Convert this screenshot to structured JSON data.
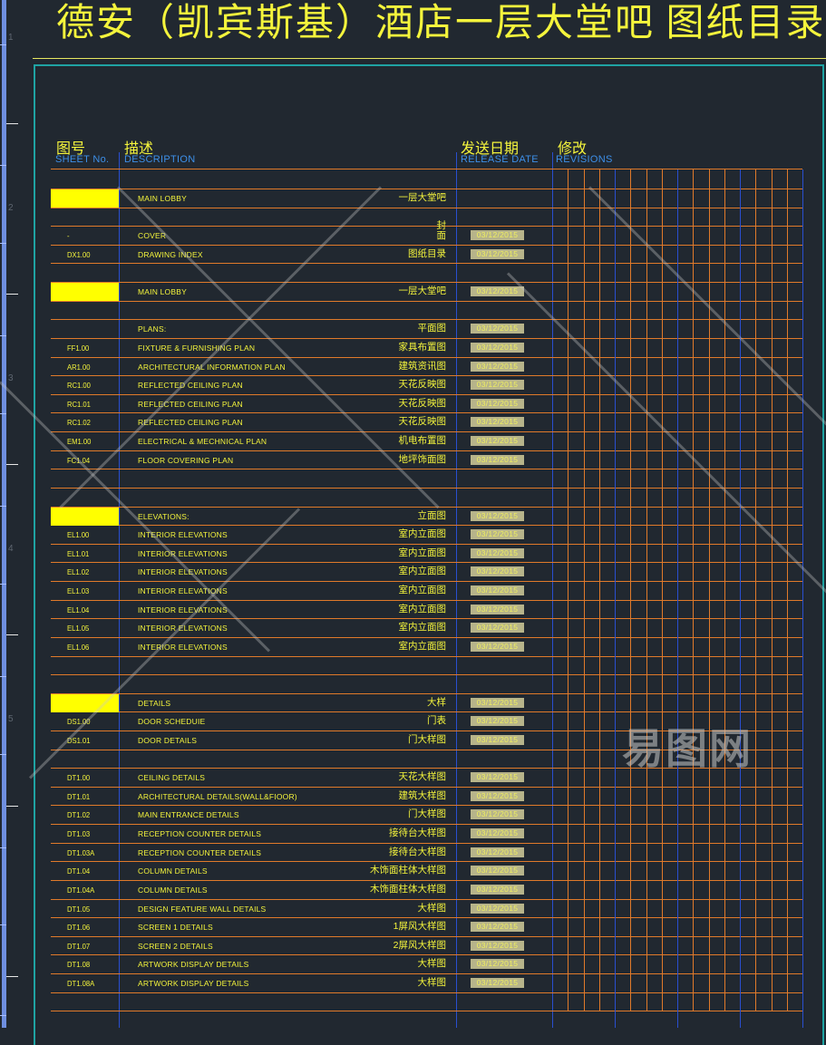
{
  "title": "德安（凯宾斯基）酒店一层大堂吧  图纸目录",
  "ruler_numbers": [
    "1",
    "2",
    "3",
    "4",
    "5"
  ],
  "header": {
    "sheet_cn": "图号",
    "sheet_en": "SHEET No.",
    "desc_cn": "描述",
    "desc_en": "DESCRIPTION",
    "date_cn": "发送日期",
    "date_en": "RELEASE DATE",
    "rev_cn": "修改",
    "rev_en": "REVISIONS"
  },
  "colors": {
    "background": "#212830",
    "text": "#f4f43c",
    "header_en": "#3d8fe8",
    "grid_orange": "#e07a2a",
    "grid_blue": "#2a4fd0",
    "frame": "#1fa3a3",
    "section_fill": "#ffff00"
  },
  "revision_columns": 16,
  "rows": [
    {
      "section": true,
      "sheet": "",
      "desc": "MAIN LOBBY",
      "cn": "一层大堂吧",
      "date": ""
    },
    {},
    {
      "sheet": "-",
      "desc": "COVER",
      "cn": "封面",
      "date": "03/12/2015",
      "stack": true
    },
    {
      "sheet": "DX1.00",
      "desc": "DRAWING INDEX",
      "cn": "图纸目录",
      "date": "03/12/2015"
    },
    {},
    {
      "section": true,
      "sheet": "",
      "desc": "MAIN LOBBY",
      "cn": "一层大堂吧",
      "date": "03/12/2015"
    },
    {},
    {
      "sheet": "",
      "desc": "PLANS:",
      "cn": "平面图",
      "date": "03/12/2015"
    },
    {
      "sheet": "FF1.00",
      "desc": "FIXTURE & FURNISHING PLAN",
      "cn": "家具布置图",
      "date": "03/12/2015"
    },
    {
      "sheet": "AR1.00",
      "desc": "ARCHITECTURAL INFORMATION PLAN",
      "cn": "建筑资讯图",
      "date": "03/12/2015"
    },
    {
      "sheet": "RC1.00",
      "desc": "REFLECTED CEILING PLAN",
      "cn": "天花反映图",
      "date": "03/12/2015"
    },
    {
      "sheet": "RC1.01",
      "desc": "REFLECTED CEILING PLAN",
      "cn": "天花反映图",
      "date": "03/12/2015"
    },
    {
      "sheet": "RC1.02",
      "desc": "REFLECTED CEILING PLAN",
      "cn": "天花反映图",
      "date": "03/12/2015"
    },
    {
      "sheet": "EM1.00",
      "desc": "ELECTRICAL & MECHNICAL PLAN",
      "cn": "机电布置图",
      "date": "03/12/2015"
    },
    {
      "sheet": "FC1.04",
      "desc": "FLOOR COVERING PLAN",
      "cn": "地坪饰面图",
      "date": "03/12/2015"
    },
    {},
    {},
    {
      "section": true,
      "sheet": "",
      "desc": "ELEVATIONS:",
      "cn": "立面图",
      "date": "03/12/2015"
    },
    {
      "sheet": "EL1.00",
      "desc": "INTERIOR ELEVATIONS",
      "cn": "室内立面图",
      "date": "03/12/2015"
    },
    {
      "sheet": "EL1.01",
      "desc": "INTERIOR ELEVATIONS",
      "cn": "室内立面图",
      "date": "03/12/2015"
    },
    {
      "sheet": "EL1.02",
      "desc": "INTERIOR ELEVATIONS",
      "cn": "室内立面图",
      "date": "03/12/2015"
    },
    {
      "sheet": "EL1.03",
      "desc": "INTERIOR ELEVATIONS",
      "cn": "室内立面图",
      "date": "03/12/2015"
    },
    {
      "sheet": "EL1.04",
      "desc": "INTERIOR ELEVATIONS",
      "cn": "室内立面图",
      "date": "03/12/2015"
    },
    {
      "sheet": "EL1.05",
      "desc": "INTERIOR ELEVATIONS",
      "cn": "室内立面图",
      "date": "03/12/2015"
    },
    {
      "sheet": "EL1.06",
      "desc": "INTERIOR ELEVATIONS",
      "cn": "室内立面图",
      "date": "03/12/2015"
    },
    {},
    {},
    {
      "section": true,
      "sheet": "",
      "desc": "DETAILS",
      "cn": "大样",
      "date": "03/12/2015"
    },
    {
      "sheet": "DS1.00",
      "desc": "DOOR SCHEDUIE",
      "cn": "门表",
      "date": "03/12/2015"
    },
    {
      "sheet": "DS1.01",
      "desc": "DOOR DETAILS",
      "cn": "门大样图",
      "date": "03/12/2015"
    },
    {},
    {
      "sheet": "DT1.00",
      "desc": "CEILING DETAILS",
      "cn": "天花大样图",
      "date": "03/12/2015"
    },
    {
      "sheet": "DT1.01",
      "desc": "ARCHITECTURAL DETAILS(WALL&FIOOR)",
      "cn": "建筑大样图",
      "date": "03/12/2015"
    },
    {
      "sheet": "DT1.02",
      "desc": "MAIN ENTRANCE DETAILS",
      "cn": "门大样图",
      "date": "03/12/2015"
    },
    {
      "sheet": "DT1.03",
      "desc": "RECEPTION COUNTER DETAILS",
      "cn": "接待台大样图",
      "date": "03/12/2015"
    },
    {
      "sheet": "DT1.03A",
      "desc": "RECEPTION COUNTER DETAILS",
      "cn": "接待台大样图",
      "date": "03/12/2015"
    },
    {
      "sheet": "DT1.04",
      "desc": "COLUMN DETAILS",
      "cn": "木饰面柱体大样图",
      "date": "03/12/2015"
    },
    {
      "sheet": "DT1.04A",
      "desc": "COLUMN DETAILS",
      "cn": "木饰面柱体大样图",
      "date": "03/12/2015"
    },
    {
      "sheet": "DT1.05",
      "desc": "DESIGN FEATURE WALL DETAILS",
      "cn": "大样图",
      "date": "03/12/2015"
    },
    {
      "sheet": "DT1.06",
      "desc": "SCREEN 1 DETAILS",
      "cn": "1屏风大样图",
      "date": "03/12/2015"
    },
    {
      "sheet": "DT1.07",
      "desc": "SCREEN 2 DETAILS",
      "cn": "2屏风大样图",
      "date": "03/12/2015"
    },
    {
      "sheet": "DT1.08",
      "desc": "ARTWORK DISPLAY DETAILS",
      "cn": "大样图",
      "date": "03/12/2015"
    },
    {
      "sheet": "DT1.08A",
      "desc": "ARTWORK DISPLAY DETAILS",
      "cn": "大样图",
      "date": "03/12/2015"
    },
    {}
  ],
  "watermark": "易图网"
}
